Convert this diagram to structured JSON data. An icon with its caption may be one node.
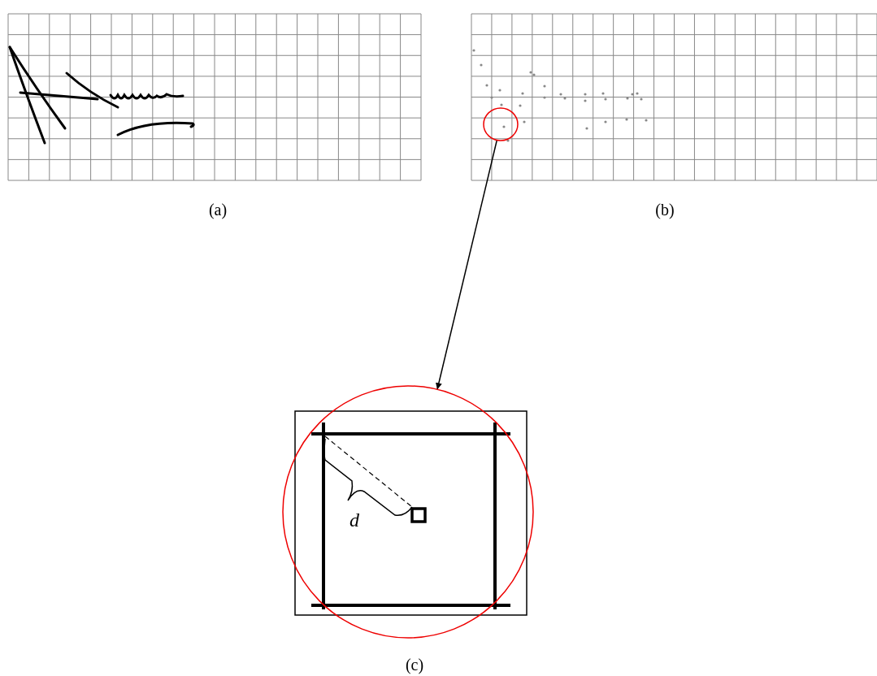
{
  "diagram": {
    "nodes": [
      {
        "text": [],
        "shape": "circle"
      },
      {
        "text": [],
        "shape": "circle"
      }
    ],
    "edges": [
      {
        "from": 0,
        "to": 1,
        "arrow": "to"
      }
    ],
    "labels": [
      "(a)",
      "(b)",
      "d",
      "(c)"
    ]
  }
}
